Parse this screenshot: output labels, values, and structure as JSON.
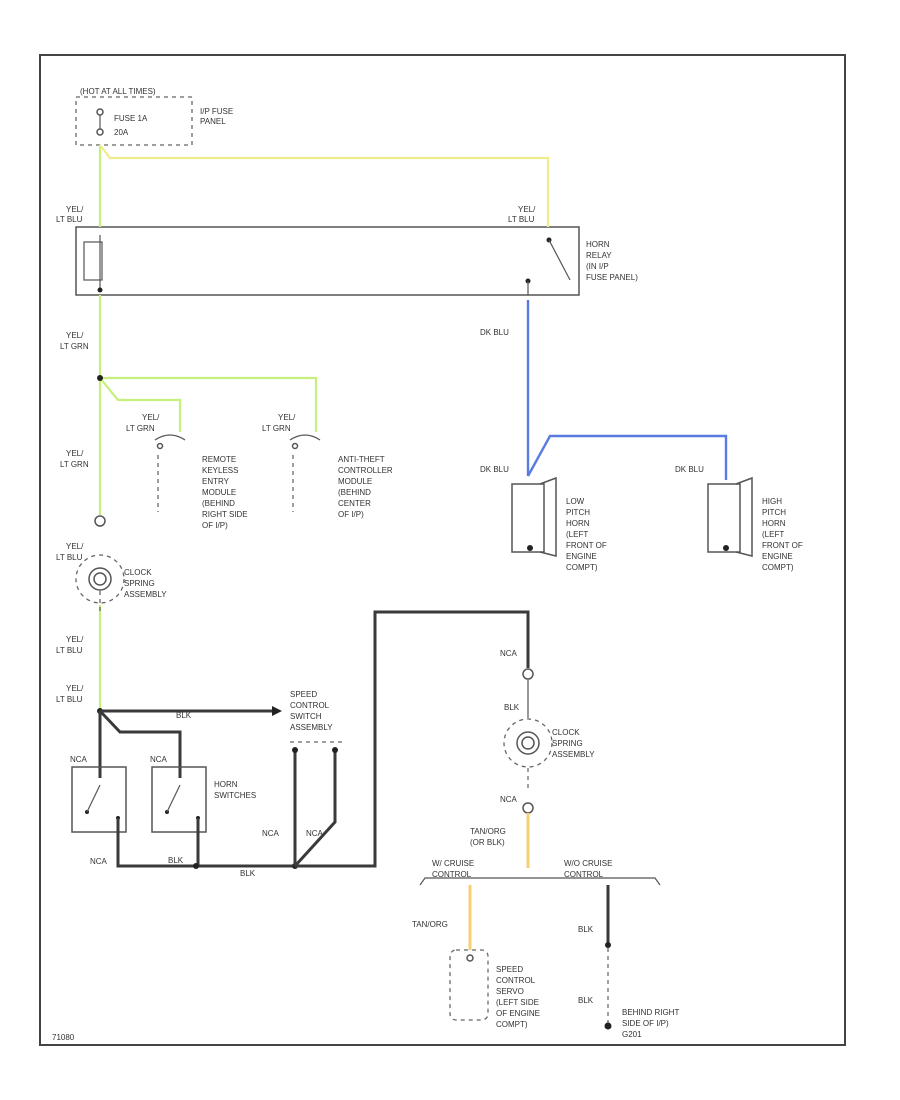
{
  "labels": {
    "hot_at_all_times": "(HOT AT ALL TIMES)",
    "fuse": "FUSE 1A",
    "fuse_amp": "20A",
    "ip_fuse_panel_1": "I/P FUSE",
    "ip_fuse_panel_2": "PANEL",
    "wire_yel_ltblu_left_1": "YEL/",
    "wire_yel_ltblu_left_2": "LT BLU",
    "wire_yel_ltblu_right_1": "YEL/",
    "wire_yel_ltblu_right_2": "LT BLU",
    "horn_relay_1": "HORN",
    "horn_relay_2": "RELAY",
    "horn_relay_3": "(IN I/P",
    "horn_relay_4": "FUSE PANEL)",
    "wire_yel_ltgrn_1a": "YEL/",
    "wire_yel_ltgrn_1b": "LT GRN",
    "wire_yel_ltgrn_2a": "YEL/",
    "wire_yel_ltgrn_2b": "LT GRN",
    "wire_yel_ltgrn_3a": "YEL/",
    "wire_yel_ltgrn_3b": "LT GRN",
    "wire_yel_ltgrn_4a": "YEL/",
    "wire_yel_ltgrn_4b": "LT GRN",
    "dk_blu_1": "DK BLU",
    "dk_blu_2": "DK BLU",
    "dk_blu_3": "DK BLU",
    "remote_1": "REMOTE",
    "remote_2": "KEYLESS",
    "remote_3": "ENTRY",
    "remote_4": "MODULE",
    "remote_5": "(BEHIND",
    "remote_6": "RIGHT SIDE",
    "remote_7": "OF I/P)",
    "anti_1": "ANTI-THEFT",
    "anti_2": "CONTROLLER",
    "anti_3": "MODULE",
    "anti_4": "(BEHIND",
    "anti_5": "CENTER",
    "anti_6": "OF I/P)",
    "low_1": "LOW",
    "low_2": "PITCH",
    "low_3": "HORN",
    "low_4": "(LEFT",
    "low_5": "FRONT OF",
    "low_6": "ENGINE",
    "low_7": "COMPT)",
    "high_1": "HIGH",
    "high_2": "PITCH",
    "high_3": "HORN",
    "high_4": "(LEFT",
    "high_5": "FRONT OF",
    "high_6": "ENGINE",
    "high_7": "COMPT)",
    "clock_left_1": "CLOCK",
    "clock_left_2": "SPRING",
    "clock_left_3": "ASSEMBLY",
    "wire_yel_ltblu_3a": "YEL/",
    "wire_yel_ltblu_3b": "LT BLU",
    "wire_yel_ltblu_4a": "YEL/",
    "wire_yel_ltblu_4b": "LT BLU",
    "wire_yel_ltblu_5a": "YEL/",
    "wire_yel_ltblu_5b": "LT BLU",
    "speed_switch_1": "SPEED",
    "speed_switch_2": "CONTROL",
    "speed_switch_3": "SWITCH",
    "speed_switch_4": "ASSEMBLY",
    "blk_1": "BLK",
    "blk_2": "BLK",
    "blk_3": "BLK",
    "blk_4": "BLK",
    "blk_5": "BLK",
    "blk_6": "BLK",
    "nca_1": "NCA",
    "nca_2": "NCA",
    "nca_3": "NCA",
    "nca_4": "NCA",
    "nca_5": "NCA",
    "nca_6": "NCA",
    "nca_7": "NCA",
    "horn_switches_1": "HORN",
    "horn_switches_2": "SWITCHES",
    "clock_right_1": "CLOCK",
    "clock_right_2": "SPRING",
    "clock_right_3": "ASSEMBLY",
    "tan_org_1": "TAN/ORG",
    "tan_org_2": "(OR BLK)",
    "w_cruise_1": "W/ CRUISE",
    "w_cruise_2": "CONTROL",
    "wo_cruise_1": "W/O CRUISE",
    "wo_cruise_2": "CONTROL",
    "tan_org_3": "TAN/ORG",
    "servo_1": "SPEED",
    "servo_2": "CONTROL",
    "servo_3": "SERVO",
    "servo_4": "(LEFT SIDE",
    "servo_5": "OF ENGINE",
    "servo_6": "COMPT)",
    "ground_1": "BEHIND RIGHT",
    "ground_2": "SIDE OF I/P)",
    "ground_3": "G201",
    "page_code": "71080"
  }
}
